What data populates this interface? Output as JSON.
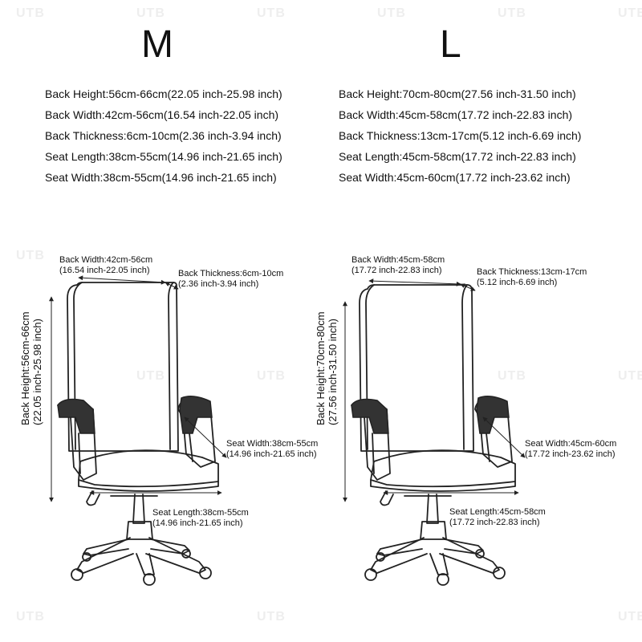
{
  "watermark": "UTB",
  "sizes": [
    {
      "label": "M",
      "specs": [
        "Back Height:56cm-66cm(22.05 inch-25.98 inch)",
        "Back Width:42cm-56cm(16.54 inch-22.05 inch)",
        "Back Thickness:6cm-10cm(2.36 inch-3.94 inch)",
        "Seat Length:38cm-55cm(14.96 inch-21.65 inch)",
        "Seat Width:38cm-55cm(14.96 inch-21.65 inch)"
      ],
      "diagram": {
        "back_width": [
          "Back Width:42cm-56cm",
          "(16.54 inch-22.05 inch)"
        ],
        "back_thickness": [
          "Back Thickness:6cm-10cm",
          "(2.36 inch-3.94 inch)"
        ],
        "back_height": [
          "Back Height:56cm-66cm",
          "(22.05 inch-25.98 inch)"
        ],
        "seat_width": [
          "Seat Width:38cm-55cm",
          "(14.96 inch-21.65 inch)"
        ],
        "seat_length": [
          "Seat Length:38cm-55cm",
          "(14.96 inch-21.65 inch)"
        ]
      }
    },
    {
      "label": "L",
      "specs": [
        "Back Height:70cm-80cm(27.56 inch-31.50 inch)",
        "Back Width:45cm-58cm(17.72 inch-22.83 inch)",
        "Back Thickness:13cm-17cm(5.12 inch-6.69 inch)",
        "Seat Length:45cm-58cm(17.72 inch-22.83 inch)",
        "Seat Width:45cm-60cm(17.72 inch-23.62 inch)"
      ],
      "diagram": {
        "back_width": [
          "Back Width:45cm-58cm",
          "(17.72 inch-22.83 inch)"
        ],
        "back_thickness": [
          "Back Thickness:13cm-17cm",
          "(5.12 inch-6.69 inch)"
        ],
        "back_height": [
          "Back Height:70cm-80cm",
          "(27.56 inch-31.50 inch)"
        ],
        "seat_width": [
          "Seat Width:45cm-60cm",
          "(17.72 inch-23.62 inch)"
        ],
        "seat_length": [
          "Seat Length:45cm-58cm",
          "(17.72 inch-22.83 inch)"
        ]
      }
    }
  ]
}
